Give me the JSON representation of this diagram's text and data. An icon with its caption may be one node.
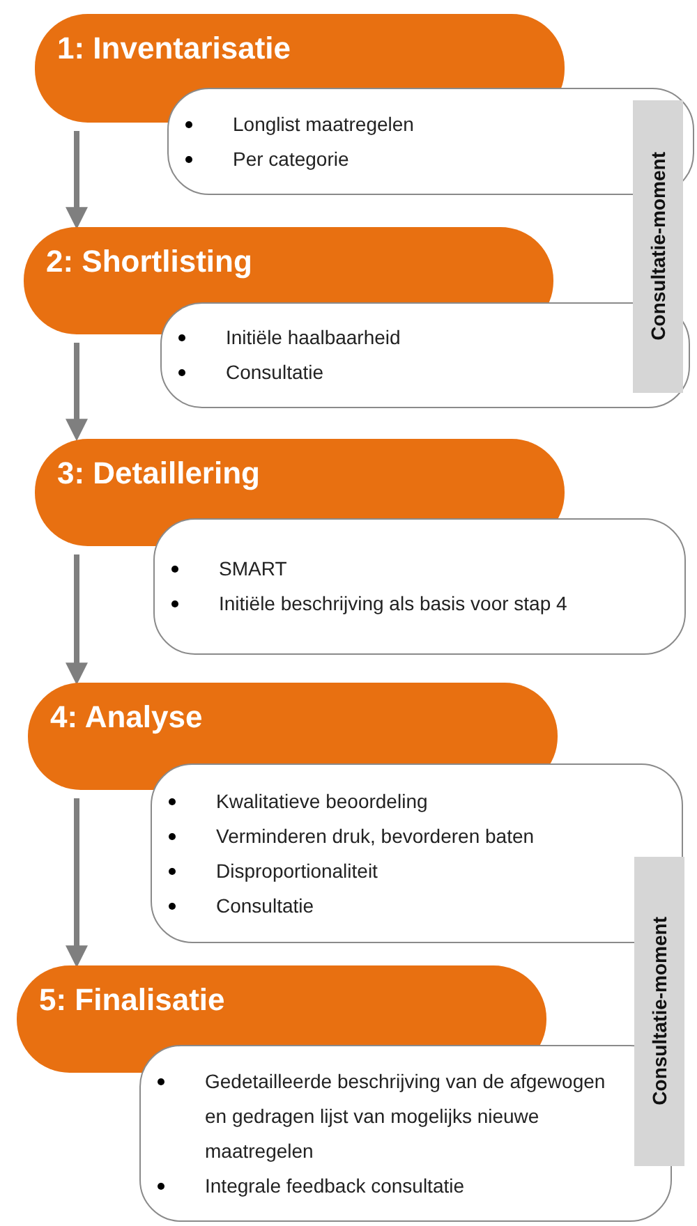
{
  "diagram": {
    "nodes": [
      {
        "text": [
          "1: Inventarisatie"
        ]
      },
      {
        "text": [
          "Longlist maatregelen",
          "Per categorie"
        ]
      },
      {
        "text": [
          "Consultatie-moment"
        ]
      },
      {
        "text": [
          "2: Shortlisting"
        ]
      },
      {
        "text": [
          "Initiële haalbaarheid",
          "Consultatie"
        ]
      },
      {
        "text": [
          "3: Detaillering"
        ]
      },
      {
        "text": [
          "SMART",
          "Initiële beschrijving als basis voor stap 4"
        ]
      },
      {
        "text": [
          "4: Analyse"
        ]
      },
      {
        "text": [
          "Kwalitatieve beoordeling",
          "Verminderen druk, bevorderen baten",
          "Disproportionaliteit",
          "Consultatie"
        ]
      },
      {
        "text": [
          "Consultatie-moment"
        ]
      },
      {
        "text": [
          "5: Finalisatie"
        ]
      },
      {
        "text": [
          "Gedetailleerde beschrijving van de afgewogen en gedragen lijst van mogelijks nieuwe maatregelen",
          "Integrale feedback consultatie"
        ]
      }
    ],
    "edges": [
      {
        "from": 0,
        "to": 3,
        "arrow": "to"
      },
      {
        "from": 3,
        "to": 5,
        "arrow": "to"
      },
      {
        "from": 5,
        "to": 7,
        "arrow": "to"
      },
      {
        "from": 7,
        "to": 10,
        "arrow": "to"
      }
    ]
  }
}
